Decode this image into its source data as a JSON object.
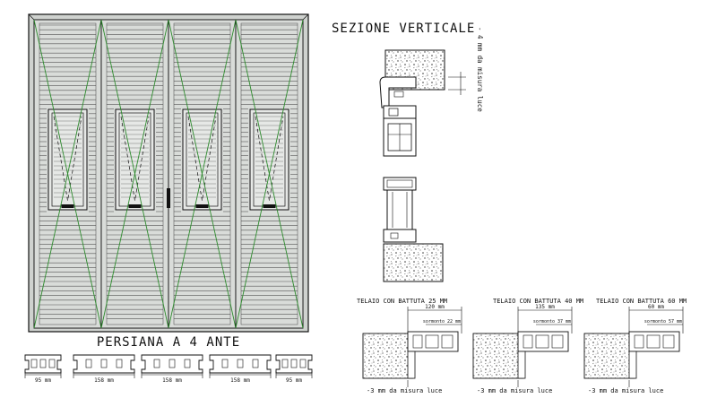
{
  "left_elevation": {
    "title": "PERSIANA A 4 ANTE",
    "bottom_dims": [
      "95 mm",
      "158 mm",
      "158 mm",
      "158 mm",
      "95 mm"
    ]
  },
  "vertical_section": {
    "title": "SEZIONE VERTICALE",
    "side_note": "- 4 mm da misura luce"
  },
  "frame_details": [
    {
      "title": "TELAIO CON BATTUTA 25 MM",
      "width": "120 mm",
      "overlap": "sormonto 22 mm",
      "note": "-3 mm da misura luce"
    },
    {
      "title": "TELAIO CON BATTUTA 40 MM",
      "width": "135 mm",
      "overlap": "sormonto 37 mm",
      "note": "-3 mm da misura luce"
    },
    {
      "title": "TELAIO CON BATTUTA 60 MM",
      "width": "60 mm",
      "overlap": "sormonto 57 mm",
      "note": "-3 mm da misura luce"
    }
  ],
  "colors": {
    "panel": "#d9dcd9",
    "line": "#111111",
    "diagonal": "#2e8b2e"
  }
}
